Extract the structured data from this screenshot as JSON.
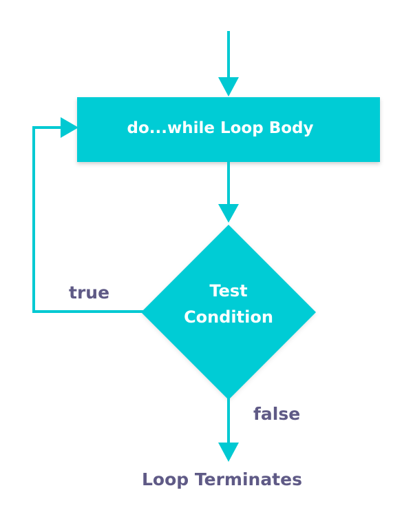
{
  "diagram": {
    "loop_body_label": "do...while Loop Body",
    "condition_line1": "Test",
    "condition_line2": "Condition",
    "true_label": "true",
    "false_label": "false",
    "terminate_label": "Loop Terminates"
  },
  "colors": {
    "shape_fill": "#00ccd5",
    "line": "#00c9d2",
    "shape_text": "#ffffff",
    "label_text": "#5f5a86"
  }
}
